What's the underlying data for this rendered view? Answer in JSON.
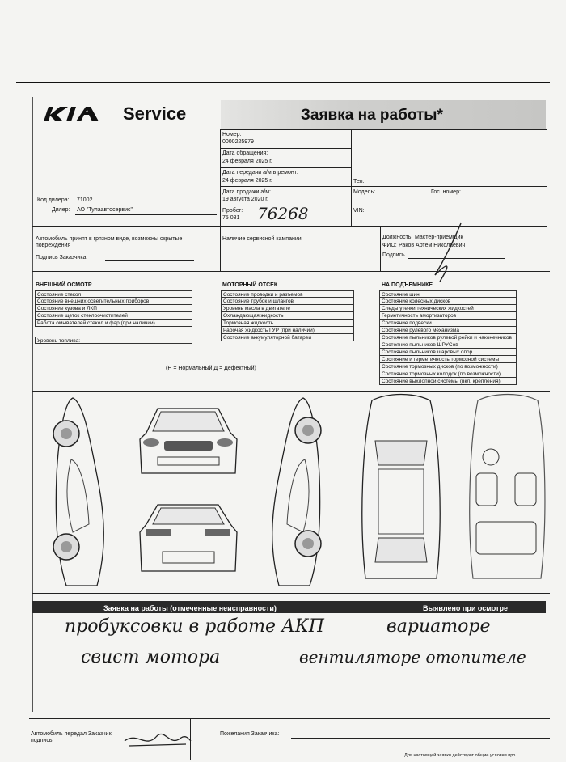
{
  "header": {
    "brand_service": "Service",
    "title": "Заявка на работы*"
  },
  "order": {
    "number_label": "Номер:",
    "number": "0000225979",
    "request_date_label": "Дата обращения:",
    "request_date": "24 февраля 2025 г.",
    "handover_date_label": "Дата передачи а/м в ремонт:",
    "handover_date": "24 февраля 2025 г.",
    "sale_date_label": "Дата продажи а/м:",
    "sale_date": "19 августа 2020 г.",
    "mileage_label": "Пробег:",
    "mileage": "75 081",
    "mileage_handwritten": "76268"
  },
  "dealer": {
    "code_label": "Код дилера:",
    "code": "71002",
    "dealer_label": "Дилер:",
    "dealer_name": "АО \"Тулаавтосервис\""
  },
  "client": {
    "phone_label": "Тел.:",
    "model_label": "Модель:",
    "plate_label": "Гос. номер:",
    "vin_label": "VIN:"
  },
  "notes": {
    "dirty_car": "Автомобиль принят в грязном виде, возможны скрытые повреждения",
    "client_signature": "Подпись Заказчика",
    "campaign": "Наличие сервисной кампании:",
    "position_label": "Должность:",
    "position": "Мастер-приемщик",
    "fio_label": "ФИО:",
    "fio": "Раков Артем Николаевич",
    "signature_label": "Подпись"
  },
  "external_inspection": {
    "title": "ВНЕШНИЙ ОСМОТР",
    "items": [
      "Состояние стекол",
      "Состояние внешних осветительных приборов",
      "Состояние кузова и ЛКП",
      "Состояние щеток стеклоочистителей",
      "Работа омывателей стекол и фар (при наличии)"
    ],
    "fuel_level": "Уровень топлива:",
    "legend": "(Н = Нормальный    Д = Дефектный)"
  },
  "engine_bay": {
    "title": "МОТОРНЫЙ ОТСЕК",
    "items": [
      "Состояние проводки и разъемов",
      "Состояние трубок и шлангов",
      "Уровень масла в двигателе",
      "Охлаждающая жидкость",
      "Тормозная жидкость",
      "Рабочая жидкость ГУР (при наличии)",
      "Состояние аккумуляторной батареи"
    ]
  },
  "lift": {
    "title": "НА ПОДЪЕМНИКЕ",
    "items": [
      "Состояние шин",
      "Состояние колесных дисков",
      "Следы утечки технических жидкостей",
      "Герметичность амортизаторов",
      "Состояние подвески",
      "Состояние рулевого механизма",
      "Состояние пыльников рулевой рейки и наконечников",
      "Состояние пыльников ШРУСов",
      "Состояние пыльников шаровых опор",
      "Состояние и герметичность тормозной системы",
      "Состояние тормозных дисков (по возможности)",
      "Состояние тормозных колодок (по возможности)",
      "Состояние выхлопной системы  (вкл. крепления)"
    ]
  },
  "defects": {
    "left_header": "Заявка на работы (отмеченные неисправности)",
    "right_header": "Выявлено при осмотре",
    "handwritten_line1_left": "пробуксовки в работе АКП",
    "handwritten_line1_right": "вариаторе",
    "handwritten_line2_left": "свист мотора",
    "handwritten_line2_right": "вентиляторе отопителе"
  },
  "footer": {
    "handed_over": "Автомобиль передал Заказчик, подпись",
    "wishes": "Пожелания Заказчика:",
    "fine_print": "Для настоящей заявки действуют общие условия про"
  }
}
